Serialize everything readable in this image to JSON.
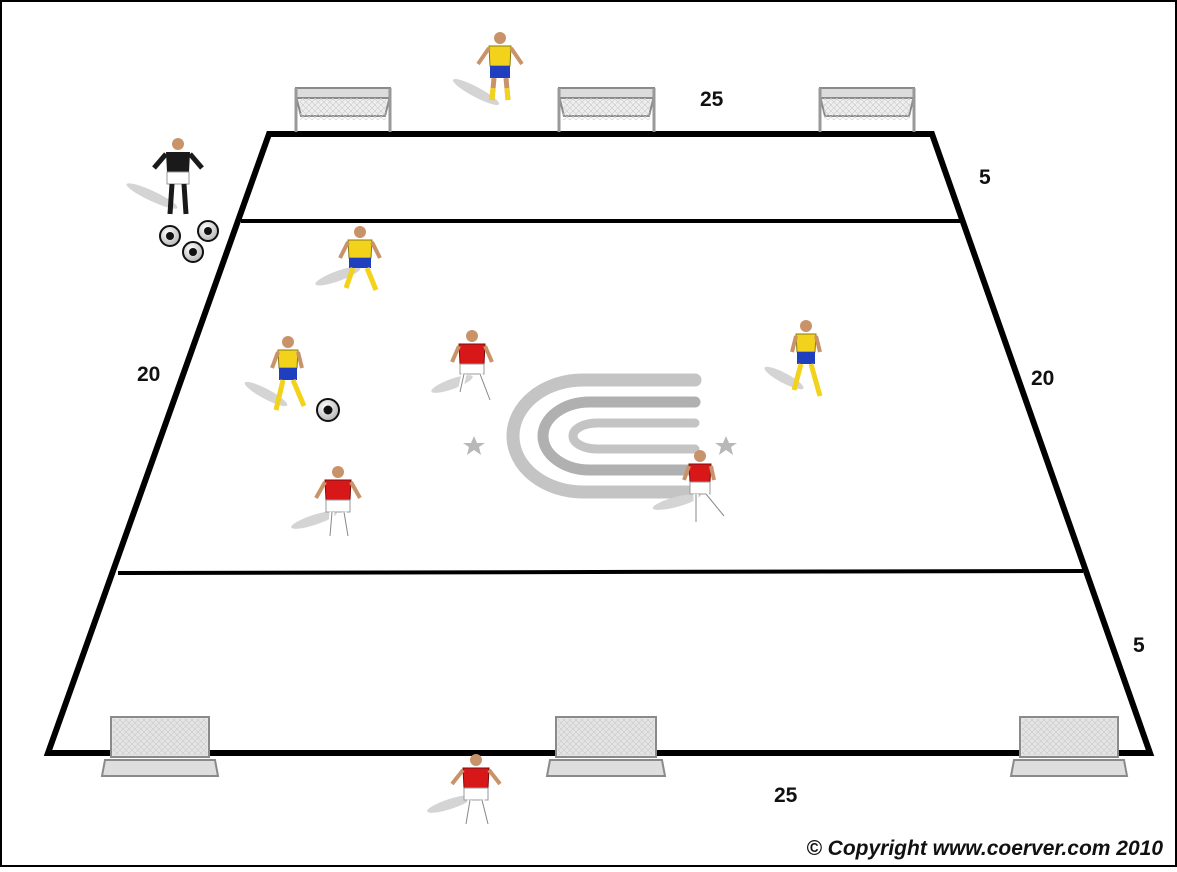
{
  "dimensions": {
    "top_width": "25",
    "bottom_width": "25",
    "top_zone_depth": "5",
    "bottom_zone_depth": "5",
    "left_length": "20",
    "right_length": "20"
  },
  "copyright": "© Copyright www.coerver.com 2010",
  "colors": {
    "yellow_team_shirt": "#f2d21a",
    "yellow_team_shorts": "#1f3fbf",
    "red_team_shirt": "#d81818",
    "red_team_shorts": "#ffffff",
    "goalkeeper_kit": "#1a1a1a",
    "field_lines": "#000000",
    "goal_net": "#e0e0e0",
    "logo_grey": "#b9b9b9"
  },
  "players": {
    "yellow_team": {
      "kit": "yellow shirt, blue shorts",
      "count": 4
    },
    "red_team": {
      "kit": "red shirt, white shorts",
      "count": 4
    },
    "goalkeeper": {
      "kit": "black",
      "count": 1
    }
  },
  "equipment": {
    "mini_goals_top": 3,
    "mini_goals_bottom": 3,
    "balls": 4
  },
  "logo": "coerver-logo"
}
